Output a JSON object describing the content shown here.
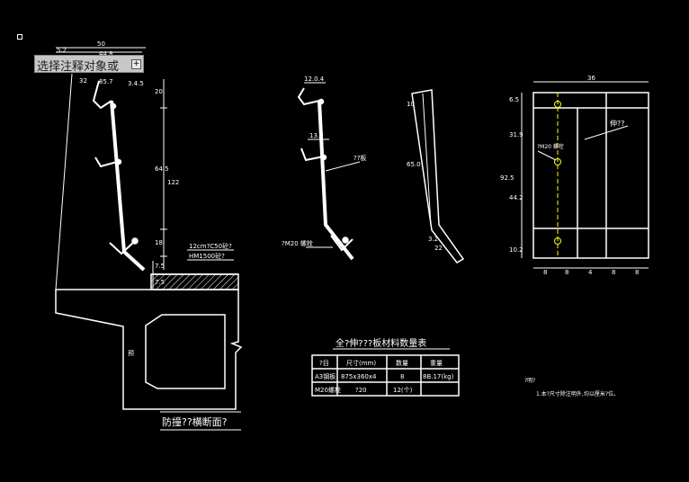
{
  "tooltip": {
    "text": "选择注释对象或",
    "button": "+"
  },
  "colors": {
    "background": "#000000",
    "line": "#ffffff",
    "centerline": "#ffff00",
    "tooltip_bg": "#c8c8c8"
  },
  "section": {
    "dims": {
      "top_50": "50",
      "top_448": "44.8",
      "top_52": "5.2",
      "label_32": "32",
      "label_857": "85.7",
      "label_345": "3.4.5",
      "v20": "20",
      "v645": "64.5",
      "v122": "122",
      "v18": "18",
      "v75": "7.5",
      "v75b": "7.5"
    },
    "note1": "12cm?C50砼?",
    "note2": "HM1500砼?",
    "side_label": "预",
    "caption": "防撞??横断面?"
  },
  "rail": {
    "dim_top": "12.0.4",
    "dim_mid": "13.0",
    "label_rail": "??板",
    "label_bolt": "?M20 螺栓"
  },
  "post": {
    "d10": "10",
    "d650": "65.0",
    "d22": "22",
    "d32": "3.2"
  },
  "plate": {
    "width": "36",
    "v65": "6.5",
    "v319": "31.9",
    "v925": "92.5",
    "v442": "44.2",
    "v102": "10.2",
    "bolt_label": "?M20 螺栓",
    "leader_label": "伸??",
    "bottom_dims": [
      "8",
      "8",
      "4",
      "8",
      "8"
    ]
  },
  "table": {
    "title": "全?伸???板材料数量表",
    "headers": [
      "?目",
      "尺寸(mm)",
      "数量",
      "重量"
    ],
    "rows": [
      [
        "A3钢板",
        "875x360x4",
        "8",
        "8B.17(kg)"
      ],
      [
        "M20螺栓",
        "?20",
        "12(个)",
        ""
      ]
    ]
  },
  "notes": {
    "title": "?明?",
    "line1": "1.本?尺寸除注明外,均以厘米?位。"
  }
}
